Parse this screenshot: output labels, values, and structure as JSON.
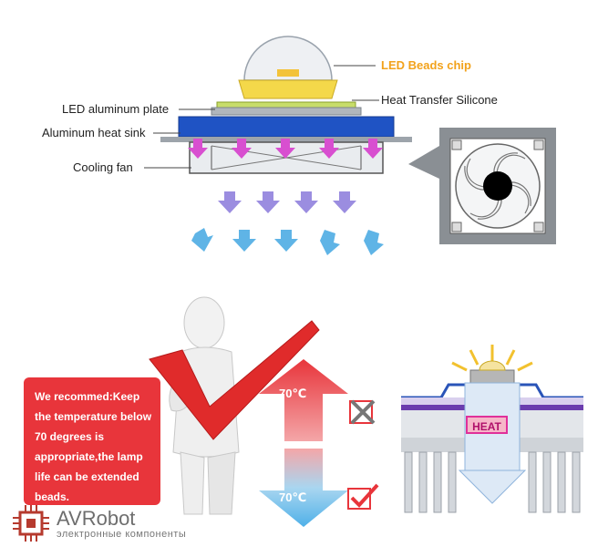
{
  "labels": {
    "led_chip": "LED Beads chip",
    "heat_transfer": "Heat Transfer Silicone",
    "aluminum_plate": "LED aluminum plate",
    "heat_sink": "Aluminum heat sink",
    "cooling_fan": "Cooling fan"
  },
  "recommendation": "We recommed:Keep the temperature below 70 degrees is appropriate,the lamp life can be extended beads.",
  "temperature": {
    "hot": "70℃",
    "cool": "70℃"
  },
  "heat_label": "HEAT",
  "brand": {
    "name": "AVRobot",
    "tagline": "электронные компоненты"
  },
  "colors": {
    "accent_orange": "#f2a21b",
    "warning_red": "#e8353b",
    "cool_blue": "#5fb4e6",
    "heat_pink": "#e0309a",
    "check_red": "#e8353b"
  },
  "icons": {
    "fan": "fan-icon",
    "cross": "cross-box-icon",
    "check": "check-box-icon",
    "figure": "person-figure-icon",
    "big_check": "big-checkmark-icon"
  }
}
